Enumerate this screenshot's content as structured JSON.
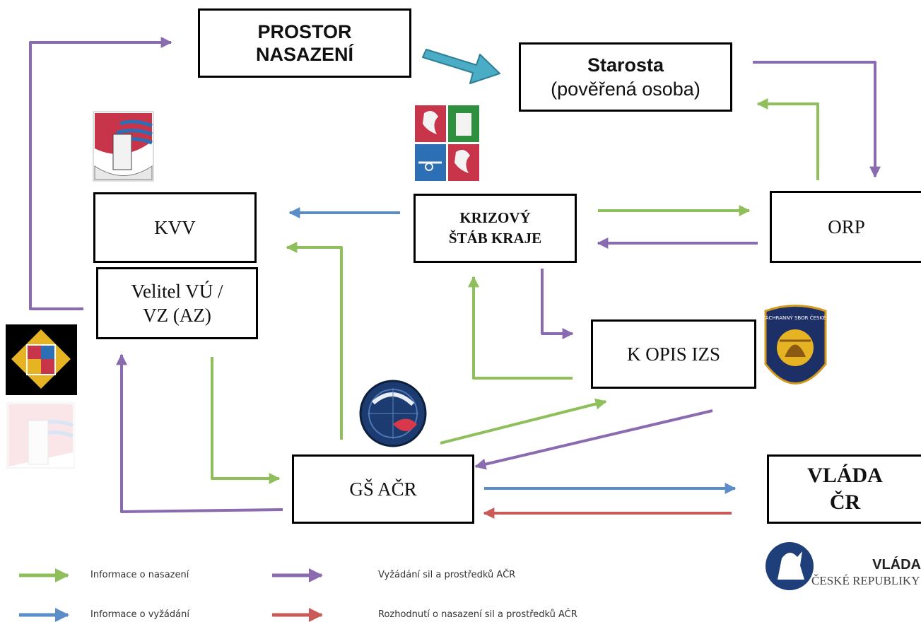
{
  "boxes": {
    "prostor": {
      "line1": "PROSTOR",
      "line2": "NASAZENÍ"
    },
    "starosta": {
      "line1": "Starosta",
      "line2": "(pověřená osoba)"
    },
    "kvv": {
      "label": "KVV"
    },
    "velitel": {
      "line1": "Velitel VÚ /",
      "line2": "VZ (AZ)"
    },
    "krizovy": {
      "line1": "KRIZOVÝ",
      "line2": "ŠTÁB KRAJE"
    },
    "orp": {
      "label": "ORP"
    },
    "kopis": {
      "label": "K OPIS IZS"
    },
    "gs": {
      "label": "GŠ AČR"
    },
    "vlada": {
      "line1": "VLÁDA",
      "line2": "ČR"
    }
  },
  "emblems": [
    {
      "name": "ustecky-region-emblem-icon",
      "text": ""
    },
    {
      "name": "ustecky-kraj-coat-of-arms-icon",
      "text": ""
    },
    {
      "name": "army-emblem-icon",
      "text": ""
    },
    {
      "name": "faded-regional-emblem-icon",
      "text": ""
    },
    {
      "name": "geographic-service-emblem-icon",
      "text": ""
    },
    {
      "name": "fire-rescue-service-emblem-icon",
      "text": "HASIČSKÝ ZÁCHRANNÝ SBOR ČESKÉ REPUBLIKY"
    },
    {
      "name": "czech-government-lion-icon",
      "text": ""
    }
  ],
  "government_logo": {
    "line1": "VLÁDA",
    "line2": "ČESKÉ REPUBLIKY"
  },
  "legend": [
    {
      "label": "Informace o nasazení",
      "color": "#8fbf5a"
    },
    {
      "label": "Vyžádání sil a prostředků AČR",
      "color": "#8a6bb0"
    },
    {
      "label": "Informace o vyžádání",
      "color": "#5b8ec8"
    },
    {
      "label": "Rozhodnutí o nasazení sil a prostředků AČR",
      "color": "#c95a57"
    }
  ],
  "colors": {
    "green": "#8fbf5a",
    "purple": "#8a6bb0",
    "blue": "#5b8ec8",
    "red": "#c95a57",
    "teal": "#4bacc6"
  }
}
